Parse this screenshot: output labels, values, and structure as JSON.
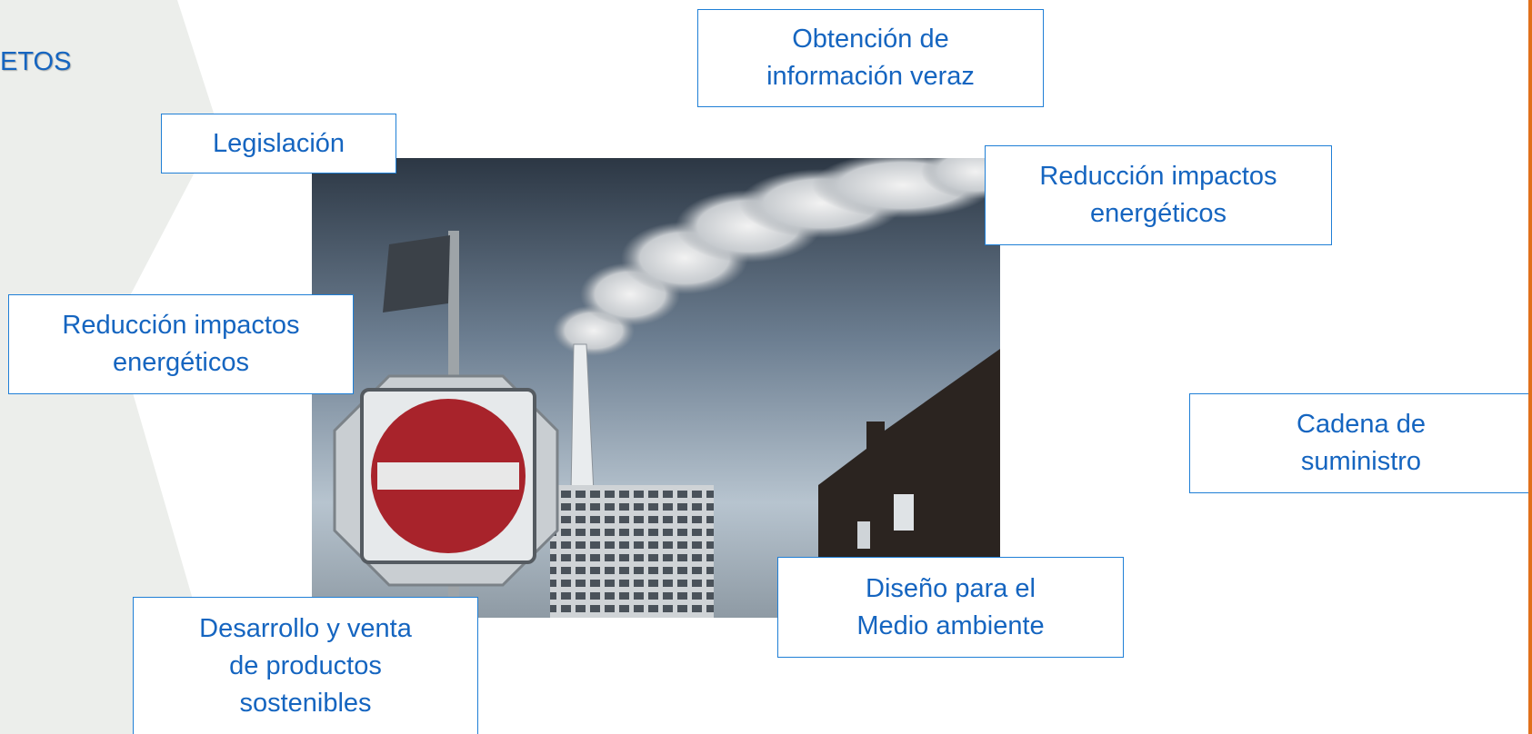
{
  "slide": {
    "title": "ETOS",
    "accent_color": "#e0701c",
    "text_color": "#1565c0",
    "box_border_color": "#1f7fd6"
  },
  "boxes": {
    "legislacion": "Legislación",
    "obtencion": "Obtención de\ninformación veraz",
    "reduccion_top": "Reducción impactos\nenergéticos",
    "reduccion_left": "Reducción impactos\nenergéticos",
    "cadena": "Cadena de\nsuministro",
    "diseno": "Diseño para el\nMedio ambiente",
    "desarrollo": "Desarrollo y venta\nde productos\nsostenibles"
  },
  "photo": {
    "icon": "smokestack-no-entry-sign-photo"
  }
}
